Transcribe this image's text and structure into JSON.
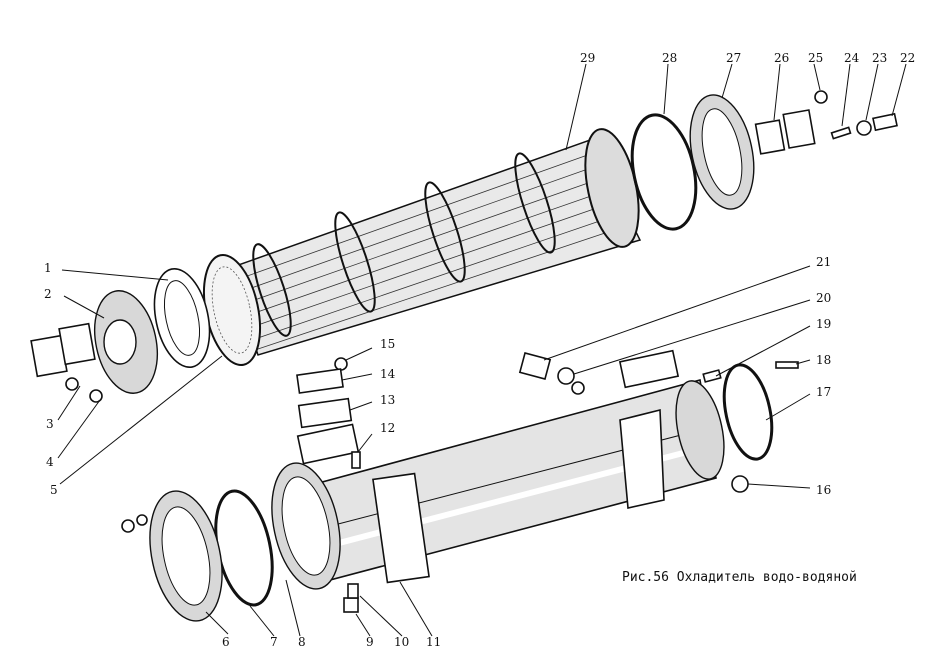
{
  "caption": "Рис.56 Охладитель водо-водяной",
  "callouts": [
    {
      "n": "1"
    },
    {
      "n": "2"
    },
    {
      "n": "3"
    },
    {
      "n": "4"
    },
    {
      "n": "5"
    },
    {
      "n": "6"
    },
    {
      "n": "7"
    },
    {
      "n": "8"
    },
    {
      "n": "9"
    },
    {
      "n": "10"
    },
    {
      "n": "11"
    },
    {
      "n": "12"
    },
    {
      "n": "13"
    },
    {
      "n": "14"
    },
    {
      "n": "15"
    },
    {
      "n": "16"
    },
    {
      "n": "17"
    },
    {
      "n": "18"
    },
    {
      "n": "19"
    },
    {
      "n": "20"
    },
    {
      "n": "21"
    },
    {
      "n": "22"
    },
    {
      "n": "23"
    },
    {
      "n": "24"
    },
    {
      "n": "25"
    },
    {
      "n": "26"
    },
    {
      "n": "27"
    },
    {
      "n": "28"
    },
    {
      "n": "29"
    }
  ]
}
